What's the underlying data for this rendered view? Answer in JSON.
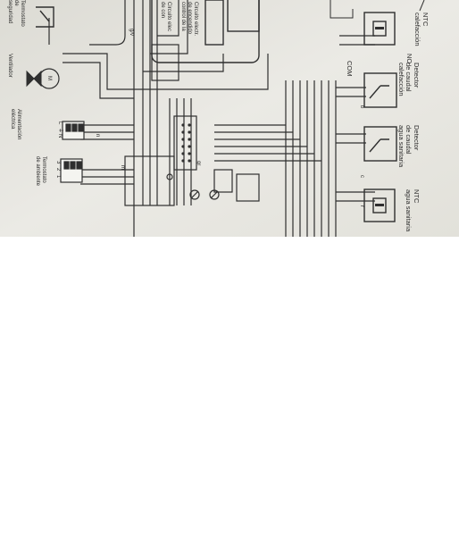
{
  "colors": {
    "paper": "#e8e7e1",
    "ink": "#2f2f2f",
    "blank": "#ffffff"
  },
  "labels": {
    "ntc_sanitaria": {
      "line1": "NTC",
      "line2": "agua sanitaria"
    },
    "detector_sanitaria": {
      "line1": "Detector",
      "line2": "de caudal",
      "line3": "agua sanitaria"
    },
    "detector_calefaccion": {
      "line1": "Detector",
      "line2": "de caudal",
      "line3": "calefacción"
    },
    "ntc_calefaccion": {
      "line1": "NTC",
      "line2": "calefacción"
    },
    "com": "COM",
    "no": "NO",
    "termostato_ambiente": {
      "line1": "Termostato",
      "line2": "de ambiente"
    },
    "alimentacion": {
      "line1": "Alimentación",
      "line2": "eléctrica"
    },
    "ventilador": "Ventilador",
    "termostato_seguridad": {
      "line1": "Termostato",
      "line2": "de",
      "line3": "seguridad"
    },
    "circuito": {
      "line1": "Circuito electr.",
      "line2": "de encendido",
      "line3": "control de la"
    },
    "circuito_small": {
      "line1": "Circuito elec",
      "line2": "de con"
    },
    "terminals": {
      "l": "L",
      "earth": "⏚",
      "n": "N",
      "t3": "3",
      "t2": "2",
      "t1": "1"
    },
    "motor": "M",
    "wire_codes": {
      "a": "c",
      "b": "r",
      "c": "b",
      "d": "gr",
      "e": "g/v",
      "f": "n",
      "g": "m"
    }
  }
}
